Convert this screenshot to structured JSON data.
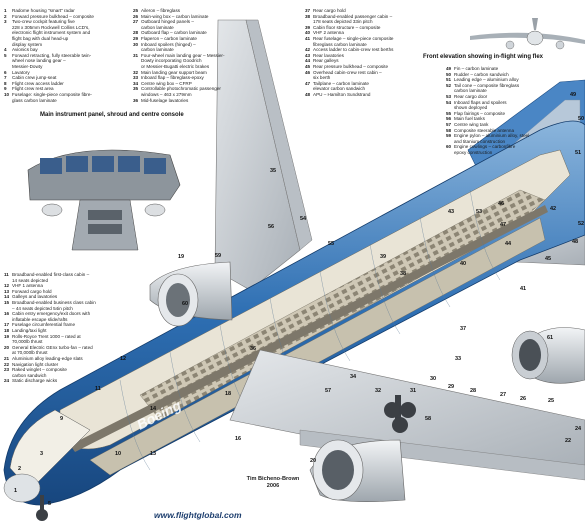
{
  "legend": {
    "col1": [
      {
        "n": "1",
        "t": "Radome housing \"smart\" radar"
      },
      {
        "n": "2",
        "t": "Forward pressure bulkhead – composite"
      },
      {
        "n": "3",
        "t": "Two-crew cockpit featuring five"
      },
      {
        "n": "",
        "t": "228 x 305mm Rockwell Collins LCD's,"
      },
      {
        "n": "",
        "t": "electronic flight instrument system and"
      },
      {
        "n": "",
        "t": "flight bag with dual head-up"
      },
      {
        "n": "",
        "t": "display system"
      },
      {
        "n": "4",
        "t": "Avionics bay"
      },
      {
        "n": "5",
        "t": "Forward retracting, fully steerable twin-"
      },
      {
        "n": "",
        "t": "wheel nose landing gear –"
      },
      {
        "n": "",
        "t": "Messier-Dowty"
      },
      {
        "n": "6",
        "t": "Lavatory"
      },
      {
        "n": "7",
        "t": "Cabin crew jump-seat"
      },
      {
        "n": "8",
        "t": "Flight crew access ladder"
      },
      {
        "n": "9",
        "t": "Flight crew rest area"
      },
      {
        "n": "10",
        "t": "Fuselage: single-piece composite fibre-"
      },
      {
        "n": "",
        "t": "glass carbon laminate"
      }
    ],
    "col2": [
      {
        "n": "25",
        "t": "Aileron – fibreglass"
      },
      {
        "n": "26",
        "t": "Main-wing box – carbon laminate"
      },
      {
        "n": "27",
        "t": "Outboard hinged panels –"
      },
      {
        "n": "",
        "t": "carbon laminate"
      },
      {
        "n": "28",
        "t": "Outboard flap – carbon laminate"
      },
      {
        "n": "29",
        "t": "Flaperon – carbon laminate"
      },
      {
        "n": "30",
        "t": "Inboard spoilers (hinged) –"
      },
      {
        "n": "",
        "t": "carbon laminate"
      },
      {
        "n": "31",
        "t": "Four-wheel main landing gear – Messier-"
      },
      {
        "n": "",
        "t": "Dowty incorporating Goodrich"
      },
      {
        "n": "",
        "t": "or Messier-Bugatti electric brakes"
      },
      {
        "n": "32",
        "t": "Main landing gear support beam"
      },
      {
        "n": "33",
        "t": "Inboard flap – fibreglass-epoxy"
      },
      {
        "n": "34",
        "t": "Centre wing box – CFRP"
      },
      {
        "n": "35",
        "t": "Controllable photochromatic passenger"
      },
      {
        "n": "",
        "t": "windows – 463 x 279mm"
      },
      {
        "n": "36",
        "t": "Mid-fuselage lavatories"
      }
    ],
    "col3": [
      {
        "n": "37",
        "t": "Rear cargo hold"
      },
      {
        "n": "38",
        "t": "Broadband-enabled passenger cabin –"
      },
      {
        "n": "",
        "t": "178 seats depicted 33in pitch"
      },
      {
        "n": "39",
        "t": "Cabin floor structure – composite"
      },
      {
        "n": "40",
        "t": "VHF 2 antenna"
      },
      {
        "n": "41",
        "t": "Rear fuselage – single-piece composite"
      },
      {
        "n": "",
        "t": "fibreglass carbon laminate"
      },
      {
        "n": "42",
        "t": "Access ladder to cabin-crew rest berths"
      },
      {
        "n": "43",
        "t": "Rear lavatories"
      },
      {
        "n": "44",
        "t": "Rear galleys"
      },
      {
        "n": "45",
        "t": "Rear pressure bulkhead – composite"
      },
      {
        "n": "46",
        "t": "Overhead cabin-crew rest cabin –"
      },
      {
        "n": "",
        "t": "six berth"
      },
      {
        "n": "47",
        "t": "Tailplane – carbon laminate"
      },
      {
        "n": "",
        "t": "elevator carbon sandwich"
      },
      {
        "n": "48",
        "t": "APU – Hamilton Sundstrand"
      }
    ],
    "col4": [
      {
        "n": "49",
        "t": "Fin – carbon laminate"
      },
      {
        "n": "50",
        "t": "Rudder – carbon sandwich"
      },
      {
        "n": "51",
        "t": "Leading edge – aluminium alloy"
      },
      {
        "n": "52",
        "t": "Tail cone – composite fibreglass"
      },
      {
        "n": "",
        "t": "carbon laminate"
      },
      {
        "n": "53",
        "t": "Rear cargo door"
      },
      {
        "n": "54",
        "t": "Inboard flaps and spoilers"
      },
      {
        "n": "",
        "t": "shown deployed"
      },
      {
        "n": "55",
        "t": "Flap fairings – composite"
      },
      {
        "n": "56",
        "t": "Main fuel tanks"
      },
      {
        "n": "57",
        "t": "Centre wing tank"
      },
      {
        "n": "58",
        "t": "Composite steerable antenna"
      },
      {
        "n": "59",
        "t": "Engine pylon – aluminium alloy, steel"
      },
      {
        "n": "",
        "t": "and titanium construction"
      },
      {
        "n": "60",
        "t": "Engine cowlings – carbonfibre"
      },
      {
        "n": "",
        "t": "epoxy construction"
      }
    ],
    "col5": [
      {
        "n": "11",
        "t": "Broadband-enabled first-class cabin –"
      },
      {
        "n": "",
        "t": "14 seats depicted"
      },
      {
        "n": "12",
        "t": "VHF 1 antenna"
      },
      {
        "n": "13",
        "t": "Forward cargo hold"
      },
      {
        "n": "14",
        "t": "Galleys and lavatories"
      },
      {
        "n": "15",
        "t": "Broadband-enabled business class cabin"
      },
      {
        "n": "",
        "t": "– 44 seats depicted 54in pitch"
      },
      {
        "n": "16",
        "t": "Cabin entry emergency/exit doors with"
      },
      {
        "n": "",
        "t": "inflatable escape slide/rafts"
      },
      {
        "n": "17",
        "t": "Fuselage circumferential frame"
      },
      {
        "n": "18",
        "t": "Landing/taxi light"
      },
      {
        "n": "19",
        "t": "Rolls-Royce Trent 1000 – rated at"
      },
      {
        "n": "",
        "t": "70,000lb thrust"
      },
      {
        "n": "20",
        "t": "General Electric GEnx turbo-fan – rated"
      },
      {
        "n": "",
        "t": "at 70,000lb thrust"
      },
      {
        "n": "21",
        "t": "Aluminium alloy leading-edge slats"
      },
      {
        "n": "22",
        "t": "Navigation light cluster"
      },
      {
        "n": "23",
        "t": "Raked winglet – composite"
      },
      {
        "n": "",
        "t": "carbon sandwich"
      },
      {
        "n": "24",
        "t": "Static discharge wicks"
      }
    ]
  },
  "captions": {
    "panel": "Main instrument panel, shroud and centre console",
    "front": "Front elevation showing in-flight wing flex"
  },
  "credit": {
    "name": "Tim Bicheno-Brown",
    "year": "2006"
  },
  "website": "www.flightglobal.com",
  "livery_text": "Boeing",
  "callouts": [
    "1",
    "2",
    "3",
    "5",
    "9",
    "10",
    "11",
    "12",
    "13",
    "14",
    "16",
    "18",
    "19",
    "20",
    "22",
    "24",
    "25",
    "26",
    "27",
    "28",
    "29",
    "30",
    "31",
    "32",
    "33",
    "34",
    "35",
    "36",
    "37",
    "38",
    "39",
    "40",
    "41",
    "42",
    "43",
    "44",
    "45",
    "46",
    "47",
    "48",
    "49",
    "50",
    "51",
    "52",
    "53",
    "54",
    "55",
    "56",
    "57",
    "58",
    "59",
    "60",
    "61"
  ],
  "colors": {
    "fuselage": "#2e6fb3",
    "fuselage_light": "#d9e6f2",
    "wing": "#c9ced4",
    "structure": "#9aa0a6",
    "cowl": "#dfe3e7"
  }
}
